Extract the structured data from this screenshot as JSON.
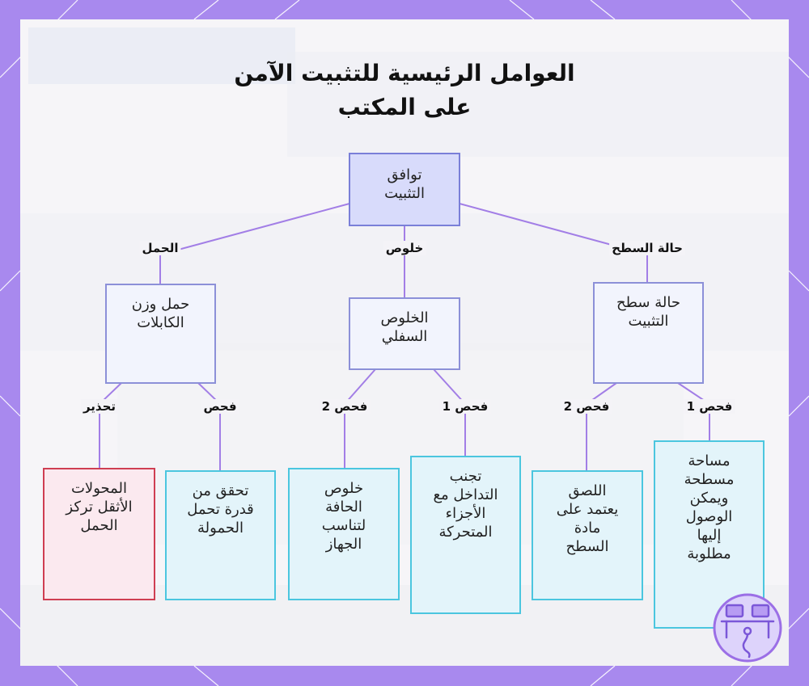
{
  "title": {
    "line1": "العوامل الرئيسية للتثبيت الآمن",
    "line2": "على المكتب"
  },
  "nodes": {
    "root": "توافق\nالتثبيت",
    "cable": "حمل وزن\nالكابلات",
    "clearance": "الخلوص\nالسفلي",
    "surface": "حالة سطح\nالتثبيت",
    "warn_heavy": "المحولات\nالأثقل تركز\nالحمل",
    "check_load": "تحقق من\nقدرة تحمل\nالحمولة",
    "edge": "خلوص\nالحافة\nلتناسب\nالجهاز",
    "avoid": "تجنب\nالتداخل مع\nالأجزاء\nالمتحركة",
    "adhesive": "اللصق\nيعتمد على\nمادة\nالسطح",
    "flat": "مساحة\nمسطحة\nويمكن\nالوصول\nإليها\nمطلوبة"
  },
  "edges": {
    "load": "الحمل",
    "clearance": "خلوص",
    "surface": "حالة السطح",
    "warning": "تحذير",
    "check": "فحص",
    "check1": "فحص 1",
    "check2": "فحص 2"
  },
  "icons": {
    "logo": "desk-mount-logo-icon"
  },
  "colors": {
    "background": "#a889ee",
    "root_fill": "#d8dbfb",
    "leaf_border": "#4bc6df",
    "warning_border": "#cf3e52",
    "edge": "#a27ee6"
  }
}
